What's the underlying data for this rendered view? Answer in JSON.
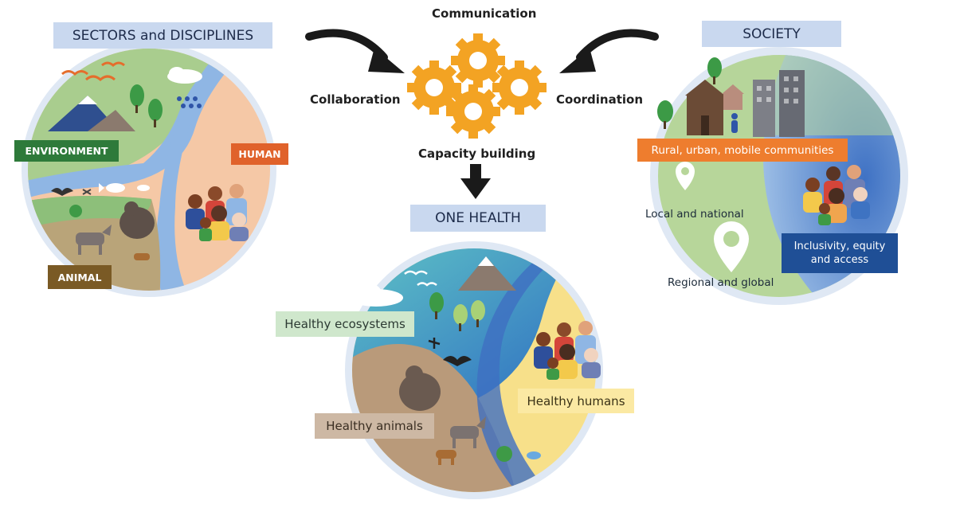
{
  "sections": {
    "sectors_title": "SECTORS and DISCIPLINES",
    "society_title": "SOCIETY",
    "one_health_title": "ONE HEALTH"
  },
  "sector_labels": {
    "environment": "ENVIRONMENT",
    "human": "HUMAN",
    "animal": "ANIMAL"
  },
  "process": {
    "communication": "Communication",
    "collaboration": "Collaboration",
    "coordination": "Coordination",
    "capacity_building": "Capacity building"
  },
  "society_labels": {
    "communities": "Rural, urban, mobile communities",
    "local": "Local and national",
    "regional": "Regional and global",
    "inclusivity": "Inclusivity, equity and access"
  },
  "one_health_labels": {
    "ecosystems": "Healthy ecosystems",
    "humans": "Healthy humans",
    "animals": "Healthy animals"
  },
  "colors": {
    "gear": "#f3a323",
    "arrow": "#1a1a1a",
    "sky_blue": "#a9c8e8",
    "water": "#5c8fd0",
    "human_peach": "#f5c8a6",
    "land_green": "#9ac48a",
    "earth_brown": "#b99a72",
    "yellow": "#f7e08a"
  }
}
